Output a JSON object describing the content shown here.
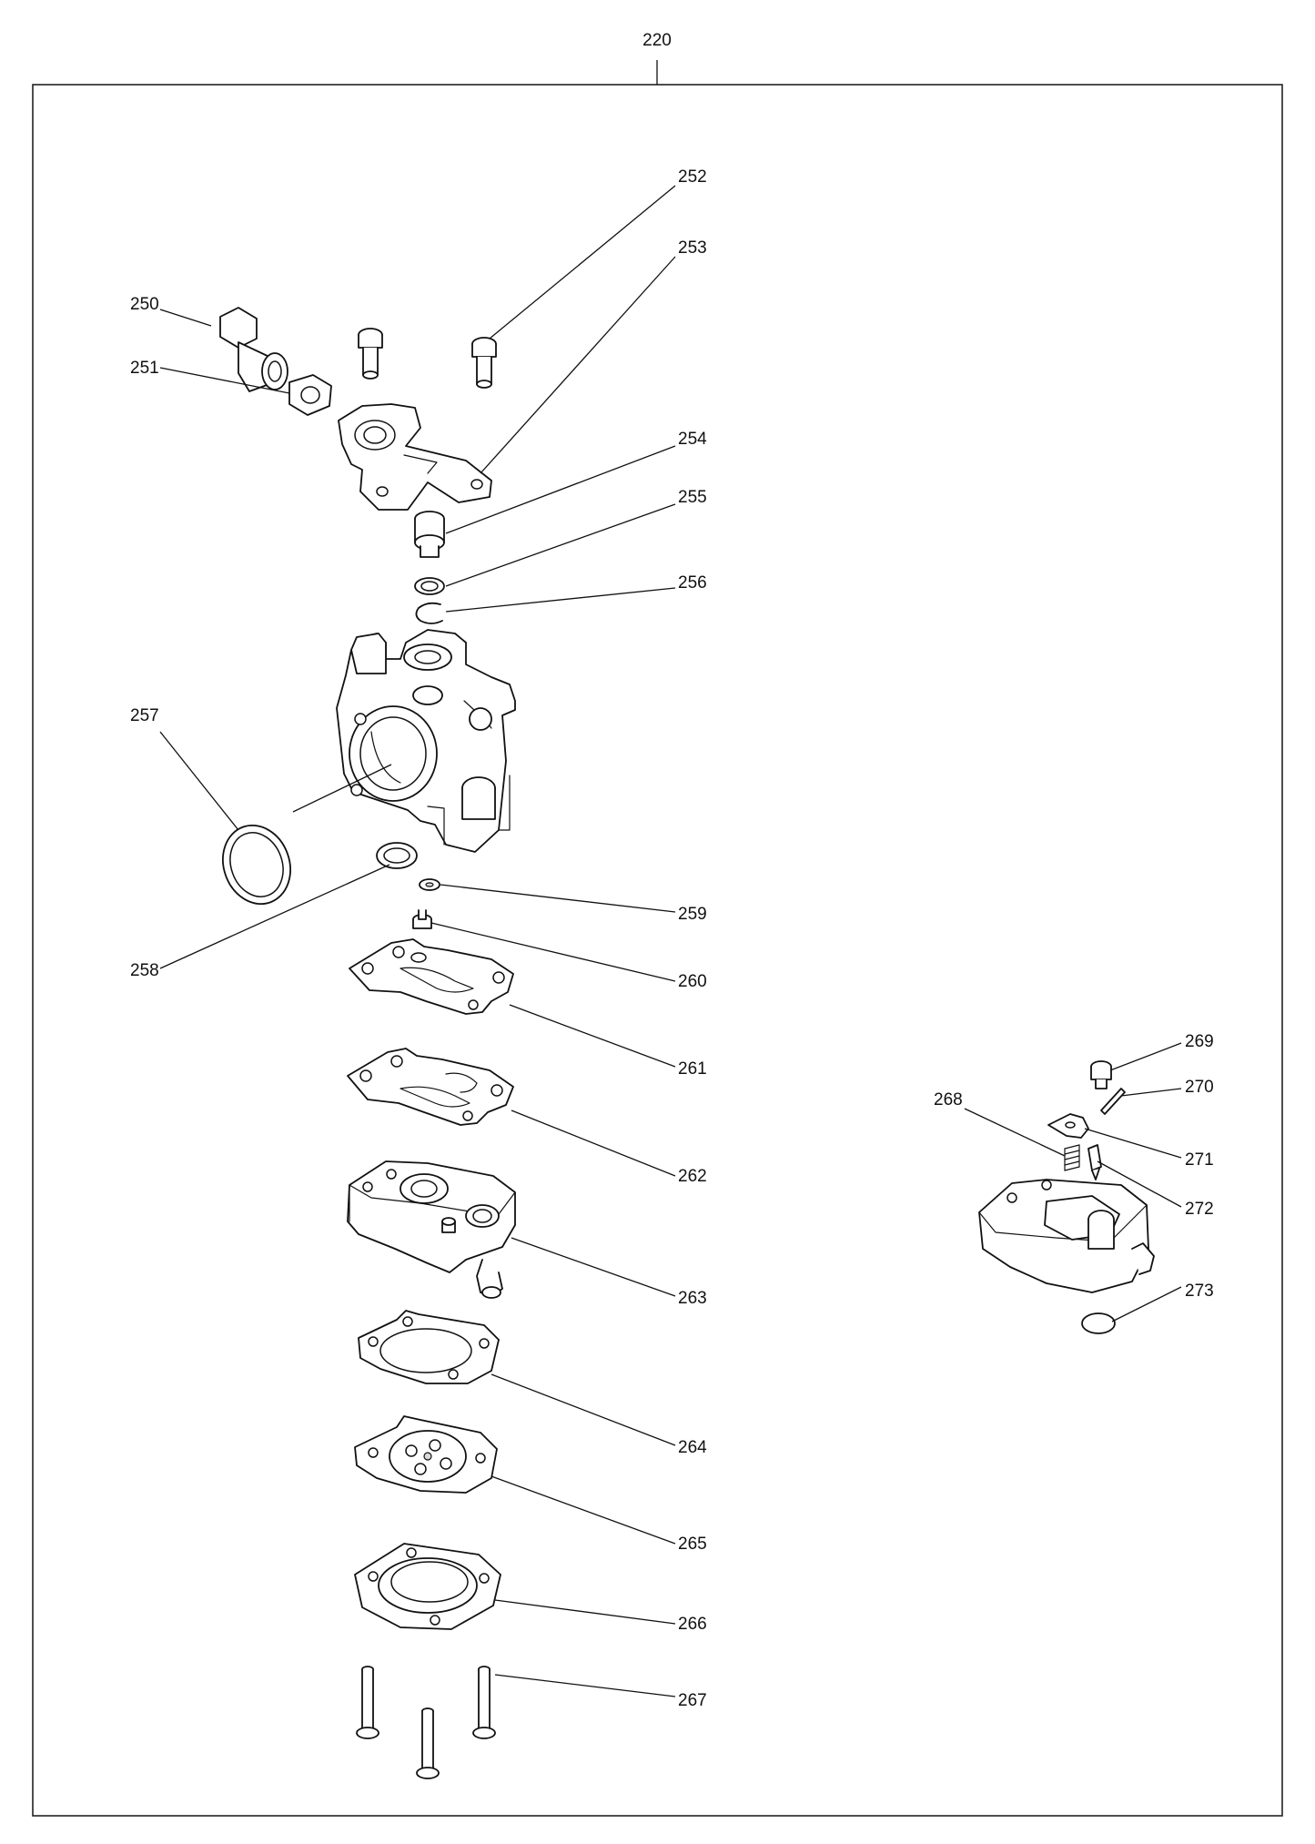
{
  "assembly": {
    "number": "220"
  },
  "parts": [
    {
      "key": "p250",
      "number": "250"
    },
    {
      "key": "p251",
      "number": "251"
    },
    {
      "key": "p252",
      "number": "252"
    },
    {
      "key": "p253",
      "number": "253"
    },
    {
      "key": "p254",
      "number": "254"
    },
    {
      "key": "p255",
      "number": "255"
    },
    {
      "key": "p256",
      "number": "256"
    },
    {
      "key": "p257",
      "number": "257"
    },
    {
      "key": "p258",
      "number": "258"
    },
    {
      "key": "p259",
      "number": "259"
    },
    {
      "key": "p260",
      "number": "260"
    },
    {
      "key": "p261",
      "number": "261"
    },
    {
      "key": "p262",
      "number": "262"
    },
    {
      "key": "p263",
      "number": "263"
    },
    {
      "key": "p264",
      "number": "264"
    },
    {
      "key": "p265",
      "number": "265"
    },
    {
      "key": "p266",
      "number": "266"
    },
    {
      "key": "p267",
      "number": "267"
    },
    {
      "key": "p268",
      "number": "268"
    },
    {
      "key": "p269",
      "number": "269"
    },
    {
      "key": "p270",
      "number": "270"
    },
    {
      "key": "p271",
      "number": "271"
    },
    {
      "key": "p272",
      "number": "272"
    },
    {
      "key": "p273",
      "number": "273"
    }
  ]
}
